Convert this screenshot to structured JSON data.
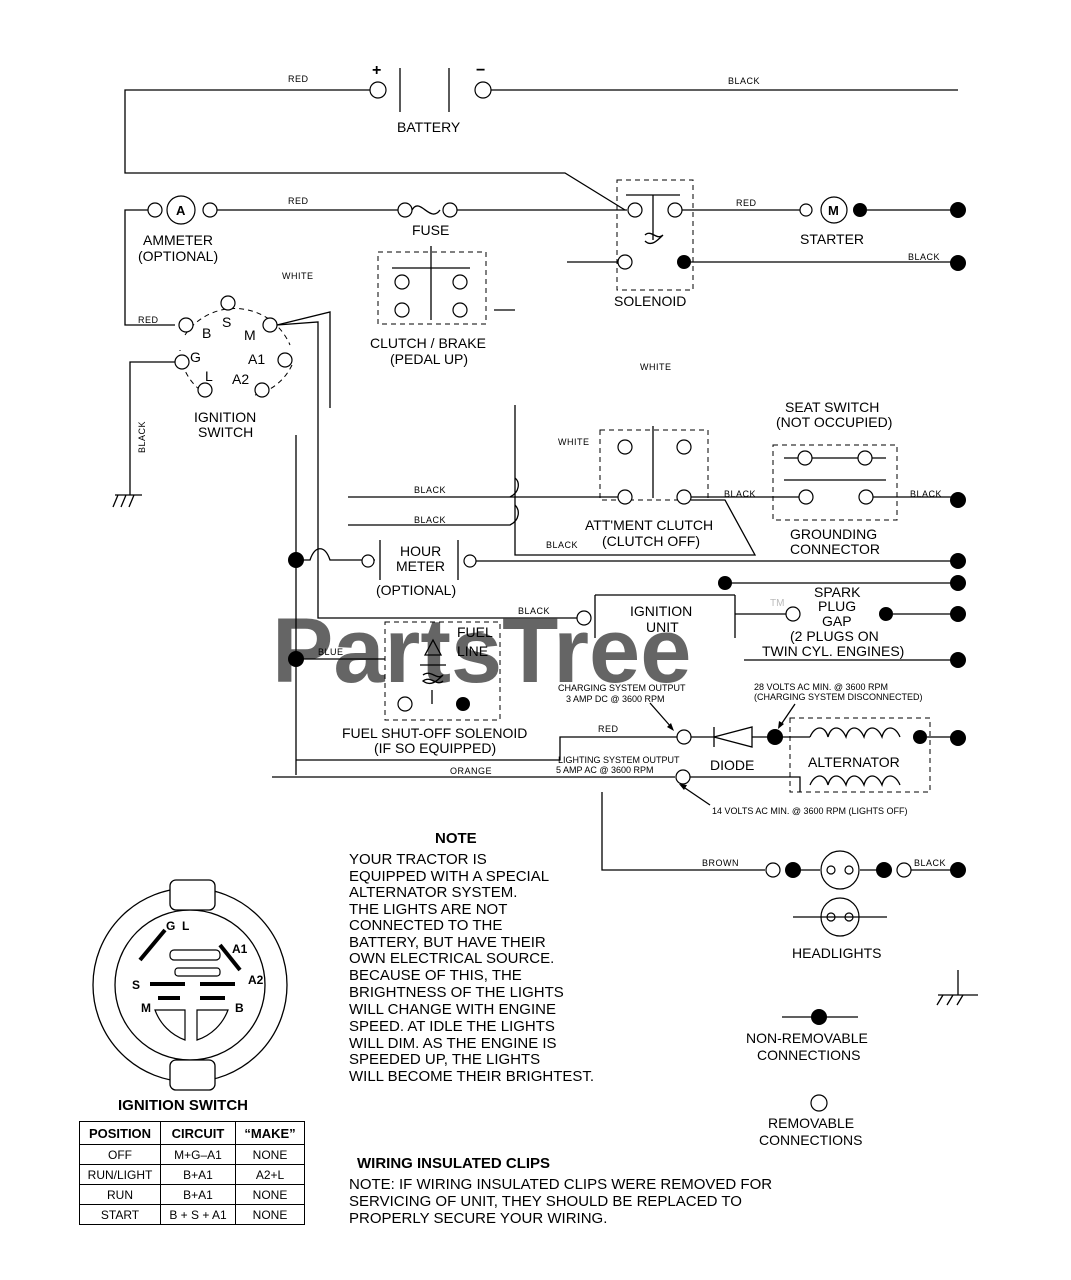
{
  "watermark": "PartsTree",
  "trademark": "TM",
  "components": {
    "battery": "BATTERY",
    "plus": "+",
    "minus": "−",
    "ammeter": "AMMETER",
    "ammeter_opt": "(OPTIONAL)",
    "ammeter_symbol": "A",
    "fuse": "FUSE",
    "solenoid": "SOLENOID",
    "starter": "STARTER",
    "starter_symbol": "M",
    "clutch_brake": "CLUTCH / BRAKE",
    "pedal_up": "(PEDAL UP)",
    "ignition_switch": "IGNITION",
    "ignition_switch2": "SWITCH",
    "seat_switch": "SEAT SWITCH",
    "seat_switch2": "(NOT OCCUPIED)",
    "grounding": "GROUNDING",
    "grounding2": "CONNECTOR",
    "attment": "ATT'MENT CLUTCH",
    "attment2": "(CLUTCH OFF)",
    "hour_meter": "HOUR",
    "hour_meter2": "METER",
    "hour_meter3": "(OPTIONAL)",
    "ignition_unit": "IGNITION",
    "ignition_unit2": "UNIT",
    "spark": "SPARK",
    "spark2": "PLUG",
    "spark3": "GAP",
    "spark4": "(2 PLUGS ON",
    "spark5": "TWIN CYL. ENGINES)",
    "fuel": "FUEL",
    "fuel2": "LINE",
    "fuel_sol": "FUEL SHUT-OFF SOLENOID",
    "fuel_sol2": "(IF SO EQUIPPED)",
    "diode": "DIODE",
    "alternator": "ALTERNATOR",
    "headlights": "HEADLIGHTS"
  },
  "terminals": {
    "b": "B",
    "s": "S",
    "m": "M",
    "g": "G",
    "a1": "A1",
    "l": "L",
    "a2": "A2"
  },
  "wires": {
    "red": "RED",
    "black": "BLACK",
    "white": "WHITE",
    "blue": "BLUE",
    "orange": "ORANGE",
    "brown": "BROWN"
  },
  "specs": {
    "charging1": "CHARGING SYSTEM OUTPUT",
    "charging2": "3 AMP DC @ 3600 RPM",
    "volts28a": "28 VOLTS AC MIN. @ 3600 RPM",
    "volts28b": "(CHARGING SYSTEM DISCONNECTED)",
    "lighting1": "LIGHTING SYSTEM OUTPUT",
    "lighting2": "5 AMP AC @ 3600 RPM",
    "volts14": "14 VOLTS AC MIN. @ 3600 RPM (LIGHTS OFF)"
  },
  "note": {
    "title": "NOTE",
    "lines": [
      "YOUR TRACTOR IS",
      "EQUIPPED WITH A SPECIAL",
      "ALTERNATOR SYSTEM.",
      "THE LIGHTS ARE NOT",
      "CONNECTED TO THE",
      "BATTERY, BUT HAVE THEIR",
      "OWN ELECTRICAL SOURCE.",
      "BECAUSE OF THIS, THE",
      "BRIGHTNESS OF THE LIGHTS",
      "WILL CHANGE WITH ENGINE",
      "SPEED.  AT IDLE THE LIGHTS",
      "WILL DIM.  AS THE ENGINE IS",
      "SPEEDED UP, THE LIGHTS",
      "WILL BECOME THEIR BRIGHTEST."
    ]
  },
  "legend": {
    "nonremovable": "NON-REMOVABLE",
    "nonremovable2": "CONNECTIONS",
    "removable": "REMOVABLE",
    "removable2": "CONNECTIONS"
  },
  "clips": {
    "title": "WIRING INSULATED CLIPS",
    "line1": "NOTE: IF WIRING INSULATED CLIPS WERE REMOVED FOR",
    "line2": "SERVICING OF UNIT, THEY SHOULD BE REPLACED TO",
    "line3": "PROPERLY SECURE YOUR WIRING."
  },
  "switch_detail": {
    "title": "IGNITION SWITCH",
    "g": "G",
    "l": "L",
    "a1": "A1",
    "a2": "A2",
    "s": "S",
    "m": "M",
    "b": "B",
    "headers": [
      "POSITION",
      "CIRCUIT",
      "“MAKE”"
    ],
    "rows": [
      [
        "OFF",
        "M+G–A1",
        "NONE"
      ],
      [
        "RUN/LIGHT",
        "B+A1",
        "A2+L"
      ],
      [
        "RUN",
        "B+A1",
        "NONE"
      ],
      [
        "START",
        "B + S + A1",
        "NONE"
      ]
    ]
  }
}
